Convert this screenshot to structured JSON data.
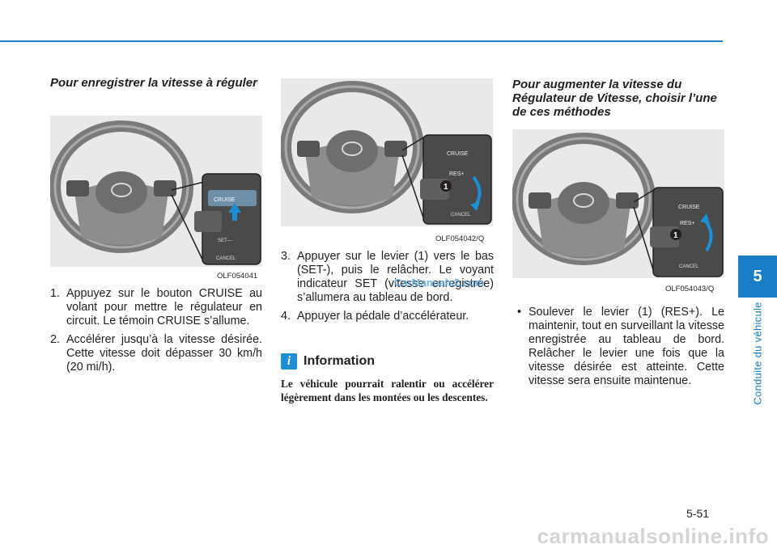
{
  "header": {
    "accent_color": "#1a7ec6"
  },
  "col1": {
    "heading": "Pour enregistrer la vitesse à réguler",
    "figure_label": "OLF054041",
    "steps": [
      {
        "num": "1.",
        "text": "Appuyez sur le bouton CRUISE au volant pour mettre le régulateur en circuit. Le témoin CRUISE s’allume."
      },
      {
        "num": "2.",
        "text": "Accélérer jusqu’à la vitesse désirée. Cette vitesse doit dépasser 30  km/h (20  mi/h)."
      }
    ]
  },
  "col2": {
    "figure_label": "OLF054042/Q",
    "steps": [
      {
        "num": "3.",
        "text": "Appuyer sur le levier (1) vers le bas (SET-), puis le relâcher. Le voyant indicateur SET (vitesse enregistrée) s’allumera au tableau de bord."
      },
      {
        "num": "4.",
        "text": "Appuyer la pédale d’accélérateur."
      }
    ],
    "info": {
      "icon": "i",
      "title": "Information",
      "text": "Le véhicule pourrait ralentir ou accélérer légèrement dans les montées ou les descentes."
    }
  },
  "col3": {
    "heading": "Pour augmenter la vitesse du Régulateur de Vitesse, choisir l’une de ces méthodes",
    "figure_label": "OLF054043/Q",
    "bullets": [
      {
        "mark": "•",
        "text": "Soulever le levier (1) (RES+). Le maintenir, tout en surveillant la vitesse enregistrée au tableau de bord. Relâcher le levier une fois que la vitesse désirée est atteinte. Cette vitesse sera ensuite maintenue."
      }
    ]
  },
  "figures": {
    "cruise": "CRUISE",
    "res": "RES+",
    "set": "SET—",
    "cancel": "CANCEL",
    "callout": "1"
  },
  "sidebar": {
    "chapter_number": "5",
    "chapter_title": "Conduite du véhicule"
  },
  "footer": {
    "page_number": "5-51",
    "watermark": "CarManuals2.com",
    "site": "carmanualsonline.info"
  }
}
